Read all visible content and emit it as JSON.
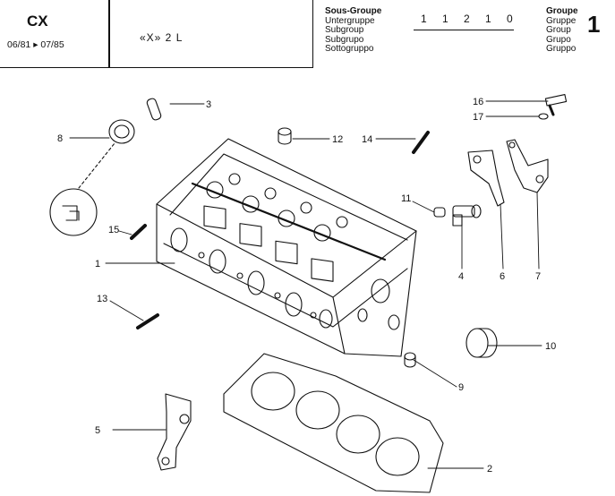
{
  "header": {
    "model": "CX",
    "dates": "06/81 ▸ 07/85",
    "variant": "«X» 2 L",
    "subgroup_labels": [
      "Sous-Groupe",
      "Untergruppe",
      "Subgroup",
      "Subgrupo",
      "Sottogruppo"
    ],
    "subgroup_code": "1 1 2 1 0",
    "group_labels": [
      "Groupe",
      "Gruppe",
      "Group",
      "Grupo",
      "Gruppo"
    ],
    "group_number": "1"
  },
  "callouts": {
    "c1": "1",
    "c2": "2",
    "c3": "3",
    "c4": "4",
    "c5": "5",
    "c6": "6",
    "c7": "7",
    "c8": "8",
    "c9": "9",
    "c10": "10",
    "c11": "11",
    "c12": "12",
    "c13": "13",
    "c14": "14",
    "c15": "15",
    "c16": "16",
    "c17": "17"
  }
}
